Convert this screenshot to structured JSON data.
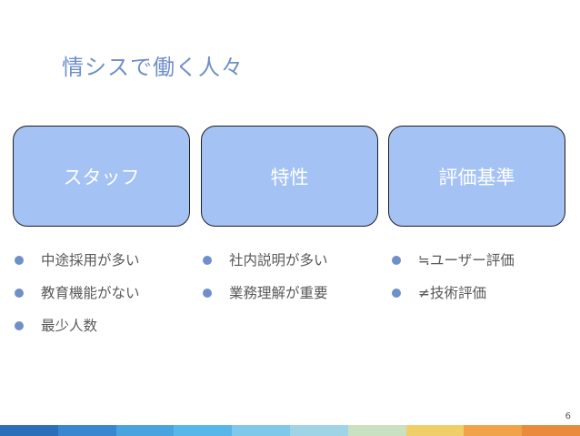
{
  "title": "情シスで働く人々",
  "columns": [
    {
      "heading": "スタッフ",
      "items": [
        "中途採用が多い",
        "教育機能がない",
        "最少人数"
      ]
    },
    {
      "heading": "特性",
      "items": [
        "社内説明が多い",
        "業務理解が重要"
      ]
    },
    {
      "heading": "評価基準",
      "items": [
        "≒ユーザー評価",
        "≠技術評価"
      ]
    }
  ],
  "page_number": "6",
  "colors": {
    "title": "#6f8fc9",
    "box_fill": "#a4c2f4",
    "bullet": "#6f8fc9",
    "body_text": "#595959",
    "footer_segments": [
      "#2a6fb7",
      "#3a86cf",
      "#4aa3df",
      "#58b6e8",
      "#7fc8ea",
      "#9fd4e6",
      "#c9e0c1",
      "#f0cf6a",
      "#f0a34a",
      "#ea8a3c"
    ]
  }
}
